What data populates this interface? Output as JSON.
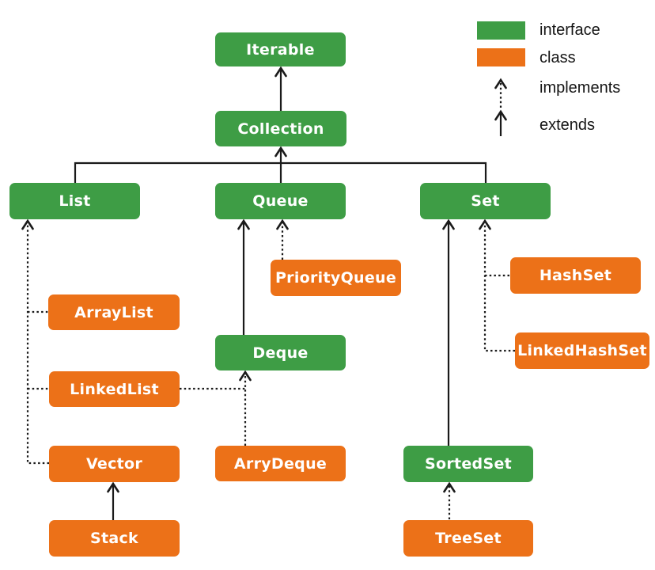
{
  "diagram": {
    "nodes": [
      {
        "id": "iterable",
        "label": "Iterable",
        "kind": "interface"
      },
      {
        "id": "collection",
        "label": "Collection",
        "kind": "interface"
      },
      {
        "id": "list",
        "label": "List",
        "kind": "interface"
      },
      {
        "id": "queue",
        "label": "Queue",
        "kind": "interface"
      },
      {
        "id": "set",
        "label": "Set",
        "kind": "interface"
      },
      {
        "id": "deque",
        "label": "Deque",
        "kind": "interface"
      },
      {
        "id": "sortedset",
        "label": "SortedSet",
        "kind": "interface"
      },
      {
        "id": "priorityqueue",
        "label": "PriorityQueue",
        "kind": "class"
      },
      {
        "id": "arraylist",
        "label": "ArrayList",
        "kind": "class"
      },
      {
        "id": "linkedlist",
        "label": "LinkedList",
        "kind": "class"
      },
      {
        "id": "vector",
        "label": "Vector",
        "kind": "class"
      },
      {
        "id": "stack",
        "label": "Stack",
        "kind": "class"
      },
      {
        "id": "arrydeque",
        "label": "ArryDeque",
        "kind": "class"
      },
      {
        "id": "hashset",
        "label": "HashSet",
        "kind": "class"
      },
      {
        "id": "linkedhashset",
        "label": "LinkedHashSet",
        "kind": "class"
      },
      {
        "id": "treeset",
        "label": "TreeSet",
        "kind": "class"
      }
    ],
    "edges": [
      {
        "from": "collection",
        "to": "iterable",
        "relation": "extends"
      },
      {
        "from": "list",
        "to": "collection",
        "relation": "extends"
      },
      {
        "from": "queue",
        "to": "collection",
        "relation": "extends"
      },
      {
        "from": "set",
        "to": "collection",
        "relation": "extends"
      },
      {
        "from": "deque",
        "to": "queue",
        "relation": "extends"
      },
      {
        "from": "priorityqueue",
        "to": "queue",
        "relation": "implements"
      },
      {
        "from": "arraylist",
        "to": "list",
        "relation": "implements"
      },
      {
        "from": "linkedlist",
        "to": "list",
        "relation": "implements"
      },
      {
        "from": "vector",
        "to": "list",
        "relation": "implements"
      },
      {
        "from": "stack",
        "to": "vector",
        "relation": "extends"
      },
      {
        "from": "linkedlist",
        "to": "deque",
        "relation": "implements"
      },
      {
        "from": "arrydeque",
        "to": "deque",
        "relation": "implements"
      },
      {
        "from": "sortedset",
        "to": "set",
        "relation": "extends"
      },
      {
        "from": "hashset",
        "to": "set",
        "relation": "implements"
      },
      {
        "from": "linkedhashset",
        "to": "set",
        "relation": "implements"
      },
      {
        "from": "treeset",
        "to": "sortedset",
        "relation": "implements"
      }
    ],
    "colors": {
      "interface": "#3E9D45",
      "class": "#EC7118",
      "line": "#1a1a1a",
      "node_text": "#ffffff",
      "legend_text": "#151515",
      "background": "#ffffff"
    }
  },
  "legend": {
    "items": [
      {
        "label": "interface",
        "marker": "green-swatch"
      },
      {
        "label": "class",
        "marker": "orange-swatch"
      },
      {
        "label": "implements",
        "marker": "dotted-arrow"
      },
      {
        "label": "extends",
        "marker": "solid-arrow"
      }
    ]
  }
}
